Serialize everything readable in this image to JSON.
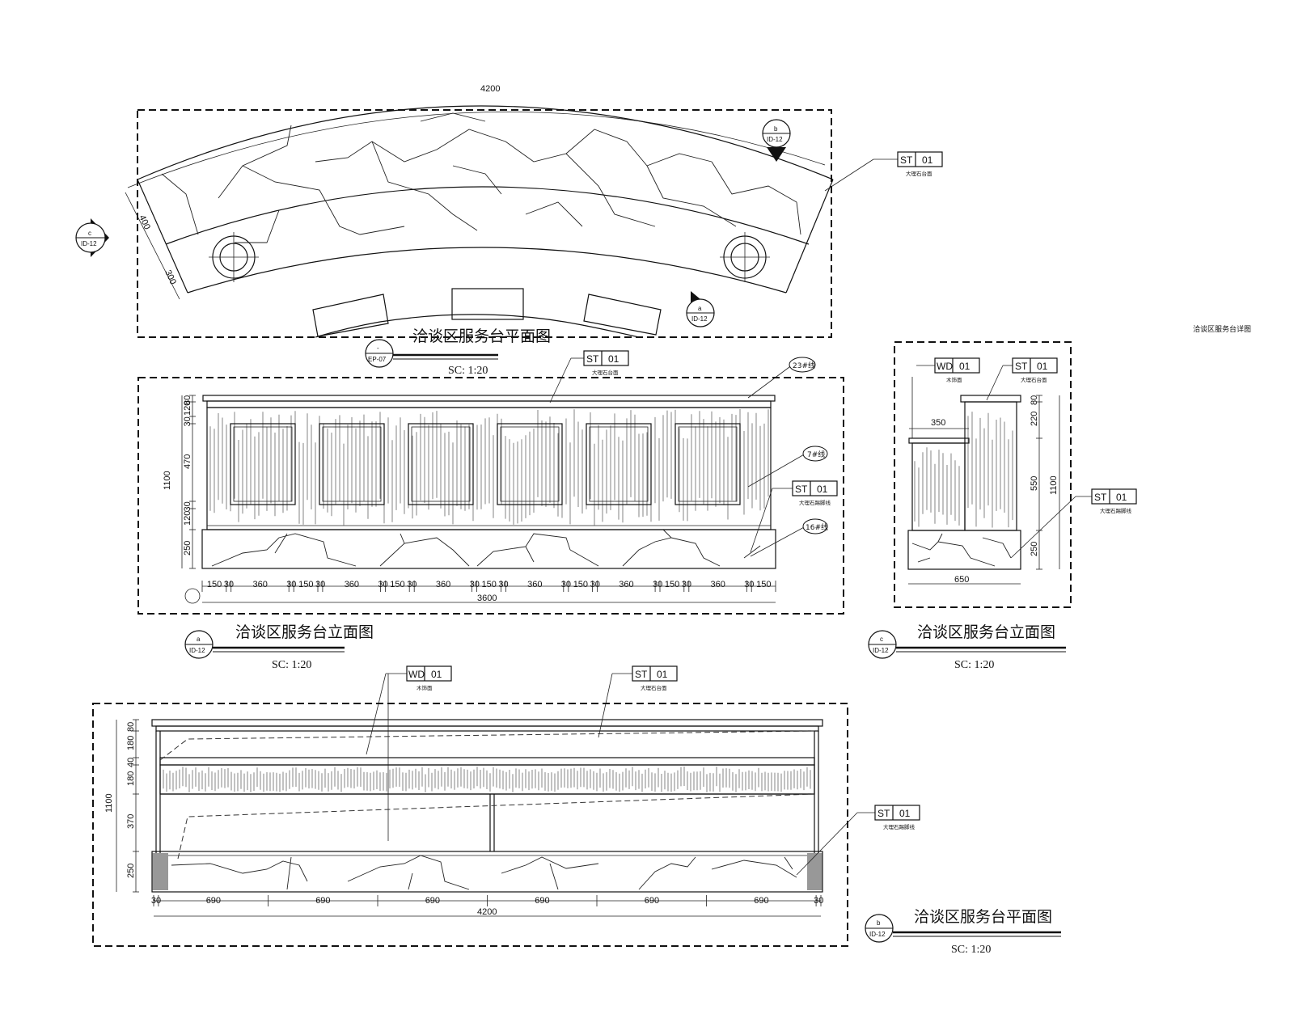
{
  "side_note": "洽谈区服务台详图",
  "plan": {
    "title": "洽谈区服务台平面图",
    "scale": "SC: 1:20",
    "dim_top": "4200",
    "dim_left_a": "400",
    "dim_left_b": "300",
    "marker_left": {
      "letter": "c",
      "ref": "ID-12"
    },
    "marker_top": {
      "letter": "b",
      "ref": "ID-12"
    },
    "marker_bottom": {
      "letter": "a",
      "ref": "ID-12"
    },
    "title_marker": {
      "letter": "-",
      "ref": "EP-07"
    },
    "tag": {
      "code": "ST",
      "num": "01",
      "note": "大理石台面"
    }
  },
  "front": {
    "title": "洽谈区服务台立面图",
    "scale": "SC: 1:20",
    "marker": {
      "letter": "a",
      "ref": "ID-12"
    },
    "overall": "3600",
    "height": "1100",
    "v_dims": [
      "80",
      "120",
      "30",
      "470",
      "30",
      "120",
      "250"
    ],
    "h_dims": [
      "150",
      "30",
      "360",
      "30",
      "150",
      "30",
      "360",
      "30",
      "150",
      "30",
      "360",
      "30",
      "150",
      "30",
      "360",
      "30",
      "150",
      "30",
      "360",
      "30",
      "150",
      "30",
      "360",
      "30",
      "150"
    ],
    "tag_top": {
      "code": "ST",
      "num": "01",
      "note": "大理石台面"
    },
    "tag_mid": {
      "code": "ST",
      "num": "01",
      "note": "大理石踢脚线"
    },
    "callouts": [
      "23#线",
      "7#线",
      "16#线"
    ]
  },
  "side": {
    "title": "洽谈区服务台立面图",
    "scale": "SC: 1:20",
    "marker": {
      "letter": "c",
      "ref": "ID-12"
    },
    "tag_wd": {
      "code": "WD",
      "num": "01",
      "note": "木饰面"
    },
    "tag_st": {
      "code": "ST",
      "num": "01",
      "note": "大理石台面"
    },
    "tag_st2": {
      "code": "ST",
      "num": "01",
      "note": "大理石踢脚线"
    },
    "dim_350": "350",
    "dim_650": "650",
    "v_dims": [
      "80",
      "220",
      "550",
      "250"
    ],
    "height": "1100"
  },
  "back": {
    "title": "洽谈区服务台平面图",
    "scale": "SC: 1:20",
    "marker": {
      "letter": "b",
      "ref": "ID-12"
    },
    "tag_wd": {
      "code": "WD",
      "num": "01",
      "note": "木饰面"
    },
    "tag_st": {
      "code": "ST",
      "num": "01",
      "note": "大理石台面"
    },
    "tag_st2": {
      "code": "ST",
      "num": "01",
      "note": "大理石踢脚线"
    },
    "h_dims": [
      "30",
      "690",
      "690",
      "690",
      "690",
      "690",
      "690",
      "30"
    ],
    "overall": "4200",
    "v_dims": [
      "80",
      "180",
      "40",
      "180",
      "370",
      "250"
    ],
    "height": "1100"
  }
}
